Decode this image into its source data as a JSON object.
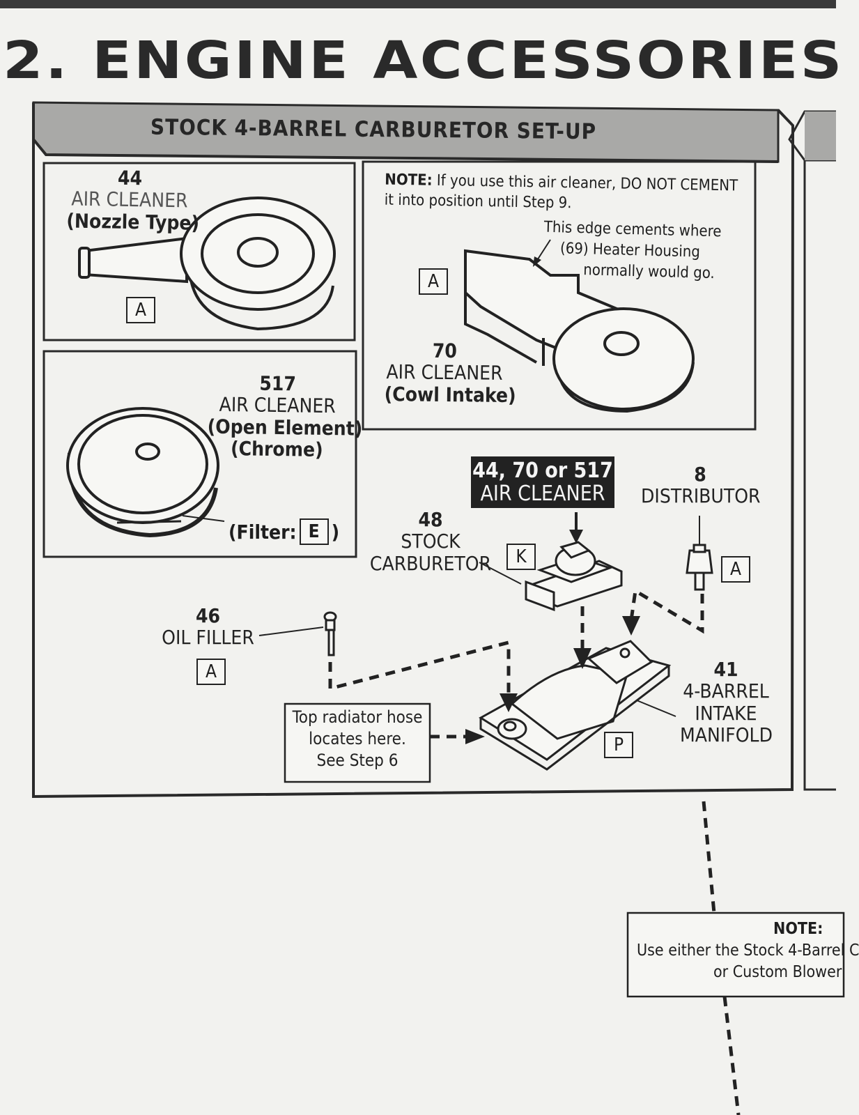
{
  "step": {
    "title": "2. ENGINE ACCESSORIES"
  },
  "panel": {
    "heading": "STOCK 4-BARREL CARBURETOR SET-UP"
  },
  "box_44": {
    "number": "44",
    "name": "AIR CLEANER",
    "type": "(Nozzle Type)",
    "letter": "A"
  },
  "box_517": {
    "number": "517",
    "name": "AIR CLEANER",
    "type": "(Open Element)",
    "finish": "(Chrome)",
    "filter_label": "(Filter:",
    "filter_letter": "E",
    "filter_close": ")"
  },
  "box_70": {
    "note_bold": "NOTE:",
    "note_line1": "If you use this air cleaner, DO NOT CEMENT",
    "note_line2": "it into position until Step 9.",
    "edge_line1": "This edge cements where",
    "edge_line2": "(69) Heater Housing",
    "edge_line3": "normally would go.",
    "letter": "A",
    "number": "70",
    "name": "AIR CLEANER",
    "type": "(Cowl Intake)"
  },
  "assembly": {
    "air_cleaner_line1": "44, 70 or 517",
    "air_cleaner_line2": "AIR CLEANER",
    "carb_number": "48",
    "carb_line1": "STOCK",
    "carb_line2": "CARBURETOR",
    "carb_letter": "K",
    "dist_number": "8",
    "dist_name": "DISTRIBUTOR",
    "dist_letter": "A",
    "oil_number": "46",
    "oil_name": "OIL FILLER",
    "oil_letter": "A",
    "manifold_number": "41",
    "manifold_line1": "4-BARREL",
    "manifold_line2": "INTAKE",
    "manifold_line3": "MANIFOLD",
    "manifold_letter": "P",
    "hose_line1": "Top radiator hose",
    "hose_line2": "locates here.",
    "hose_line3": "See Step 6"
  },
  "bottom_note": {
    "bold": "NOTE:",
    "line1": "Use either the Stock 4-Barrel C",
    "line2": "or Custom Blower"
  }
}
